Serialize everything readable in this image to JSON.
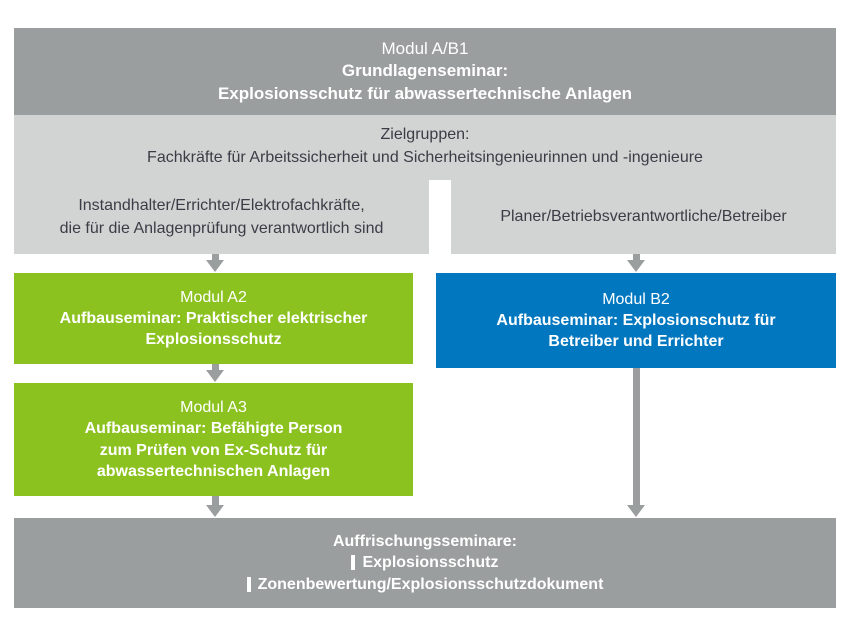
{
  "colors": {
    "grey_dark": "#9b9e9e",
    "grey_light": "#d2d3d3",
    "green": "#8cc220",
    "blue": "#0077bf",
    "white": "#ffffff",
    "text_dark": "#3c3c46"
  },
  "header": {
    "line1": "Modul A/B1",
    "line2": "Grundlagenseminar:",
    "line3": "Explosionsschutz für abwassertechnische Anlagen"
  },
  "target_groups": {
    "title": "Zielgruppen:",
    "shared": "Fachkräfte für Arbeitssicherheit und Sicherheitsingenieurinnen und -ingenieure",
    "left": {
      "line1": "Instandhalter/Errichter/Elektrofachkräfte,",
      "line2": "die für die Anlagenprüfung verantwortlich sind"
    },
    "right": {
      "line1": "Planer/Betriebsverantwortliche/Betreiber"
    }
  },
  "modules": {
    "a2": {
      "title": "Modul A2",
      "line1": "Aufbauseminar: Praktischer elektrischer",
      "line2": "Explosionsschutz"
    },
    "b2": {
      "title": "Modul B2",
      "line1": "Aufbauseminar: Explosionschutz für",
      "line2": "Betreiber und Errichter"
    },
    "a3": {
      "title": "Modul A3",
      "line1": "Aufbauseminar: Befähigte Person",
      "line2": "zum Prüfen von Ex-Schutz für",
      "line3": "abwassertechnischen Anlagen"
    }
  },
  "footer": {
    "title": "Auffrischungsseminare:",
    "items": [
      "Explosionsschutz",
      "Zonenbewertung/Explosionsschutzdokument"
    ]
  },
  "arrows": [
    {
      "name": "arrow-zielgruppen-left-to-a2",
      "from": "zielgruppen-left",
      "to": "modul-a2"
    },
    {
      "name": "arrow-zielgruppen-right-to-b2",
      "from": "zielgruppen-right",
      "to": "modul-b2"
    },
    {
      "name": "arrow-a2-to-a3",
      "from": "modul-a2",
      "to": "modul-a3"
    },
    {
      "name": "arrow-a3-to-auffrischung",
      "from": "modul-a3",
      "to": "auffrischungsseminare"
    },
    {
      "name": "arrow-b2-to-auffrischung",
      "from": "modul-b2",
      "to": "auffrischungsseminare"
    }
  ]
}
